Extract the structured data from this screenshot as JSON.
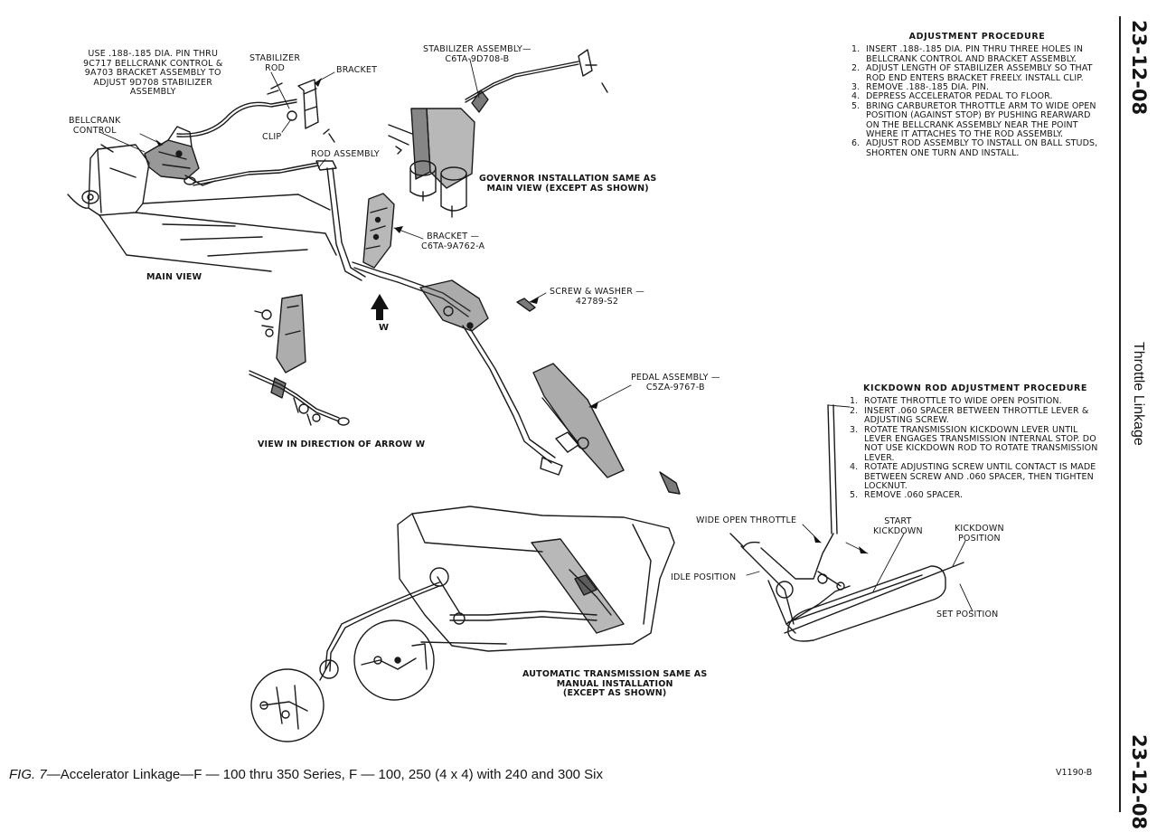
{
  "page_number": "23-12-08",
  "section_title": "Throttle Linkage",
  "figure_id": "V1190-B",
  "caption": {
    "fig_label": "FIG. 7",
    "text": "—Accelerator Linkage—F — 100 thru 350 Series, F — 100, 250 (4 x 4) with 240 and 300 Six"
  },
  "labels": {
    "use_pin": "USE .188-.185 DIA. PIN THRU\n9C717 BELLCRANK CONTROL &\n9A703 BRACKET ASSEMBLY TO\nADJUST 9D708 STABILIZER\nASSEMBLY",
    "stabilizer_rod": "STABILIZER\nROD",
    "bracket": "BRACKET",
    "bellcrank_control": "BELLCRANK\nCONTROL",
    "clip": "CLIP",
    "rod_assembly": "ROD ASSEMBLY",
    "stabilizer_assembly": "STABILIZER ASSEMBLY—\nC6TA-9D708-B",
    "governor": "GOVERNOR INSTALLATION SAME AS\nMAIN VIEW (EXCEPT AS SHOWN)",
    "main_view": "MAIN VIEW",
    "bracket_part": "BRACKET —\nC6TA-9A762-A",
    "screw_washer": "SCREW & WASHER —\n42789-S2",
    "arrow_w": "W",
    "view_arrow_w": "VIEW IN DIRECTION OF ARROW W",
    "pedal_assembly": "PEDAL ASSEMBLY —\nC5ZA-9767-B",
    "auto_trans": "AUTOMATIC TRANSMISSION SAME AS\nMANUAL INSTALLATION\n(EXCEPT AS SHOWN)",
    "wide_open_throttle": "WIDE OPEN THROTTLE",
    "idle_position": "IDLE POSITION",
    "start_kickdown": "START\nKICKDOWN",
    "kickdown_position": "KICKDOWN\nPOSITION",
    "set_position": "SET POSITION"
  },
  "adjustment_procedure": {
    "title": "ADJUSTMENT PROCEDURE",
    "steps": [
      {
        "num": "1.",
        "text": "Insert .188-.185 dia. pin thru three holes in bellcrank control and bracket assembly."
      },
      {
        "num": "2.",
        "text": "Adjust length of stabilizer assembly so that rod end enters bracket freely. Install clip."
      },
      {
        "num": "3.",
        "text": "Remove .188-.185 dia. pin."
      },
      {
        "num": "4.",
        "text": "Depress accelerator pedal to floor."
      },
      {
        "num": "5.",
        "text": "Bring carburetor throttle arm to wide open position (against stop) by pushing rearward on the bellcrank assembly near the point where it attaches to the rod assembly."
      },
      {
        "num": "6.",
        "text": "Adjust rod assembly to install on ball studs, shorten one turn and install."
      }
    ]
  },
  "kickdown_procedure": {
    "title": "KICKDOWN ROD ADJUSTMENT PROCEDURE",
    "steps": [
      {
        "num": "1.",
        "text": "Rotate throttle to wide open position."
      },
      {
        "num": "2.",
        "text": "Insert .060 spacer between throttle lever & adjusting screw."
      },
      {
        "num": "3.",
        "text": "Rotate transmission kickdown lever until lever engages transmission internal stop. Do not use kickdown rod to rotate transmission lever."
      },
      {
        "num": "4.",
        "text": "Rotate adjusting screw until contact is made between screw and .060 spacer, then tighten locknut."
      },
      {
        "num": "5.",
        "text": "Remove .060 spacer."
      }
    ]
  }
}
